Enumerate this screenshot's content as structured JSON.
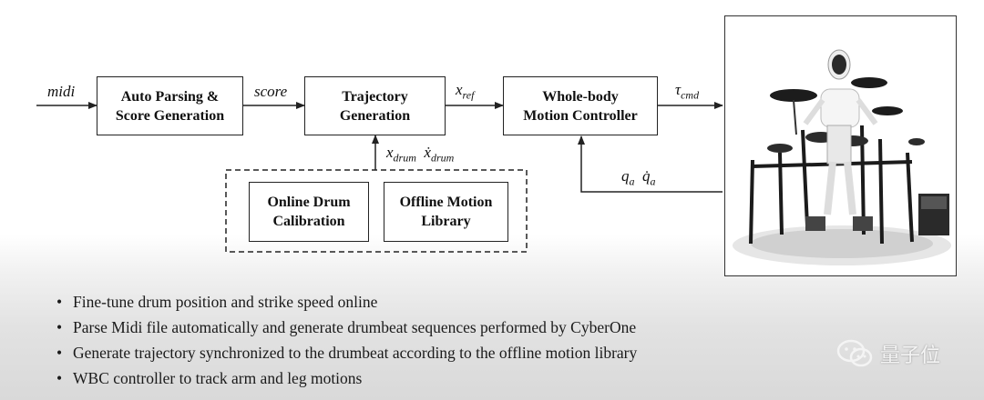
{
  "diagram": {
    "input_label": "midi",
    "block_parse": [
      "Auto Parsing &",
      "Score Generation"
    ],
    "score_label": "score",
    "block_traj": [
      "Trajectory",
      "Generation"
    ],
    "xref": {
      "base": "x",
      "sub": "ref"
    },
    "block_wbc": [
      "Whole-body",
      "Motion Controller"
    ],
    "tau": {
      "base": "τ",
      "sub": "cmd"
    },
    "xdrum": {
      "base": "x",
      "sub": "drum"
    },
    "xdotdrum": {
      "base": "ẋ",
      "sub": "drum"
    },
    "block_calib": [
      "Online Drum",
      "Calibration"
    ],
    "block_library": [
      "Offline Motion",
      "Library"
    ],
    "qa": {
      "base": "q",
      "sub": "a"
    },
    "qdota": {
      "base": "q̇",
      "sub": "a"
    }
  },
  "bullets": [
    "Fine-tune drum position and strike speed online",
    "Parse Midi file automatically and generate drumbeat sequences performed by CyberOne",
    "Generate trajectory synchronized to the drumbeat according to the offline motion library",
    "WBC controller to track arm and leg motions"
  ],
  "watermark": {
    "text": "量子位",
    "icon": "wechat-icon"
  }
}
